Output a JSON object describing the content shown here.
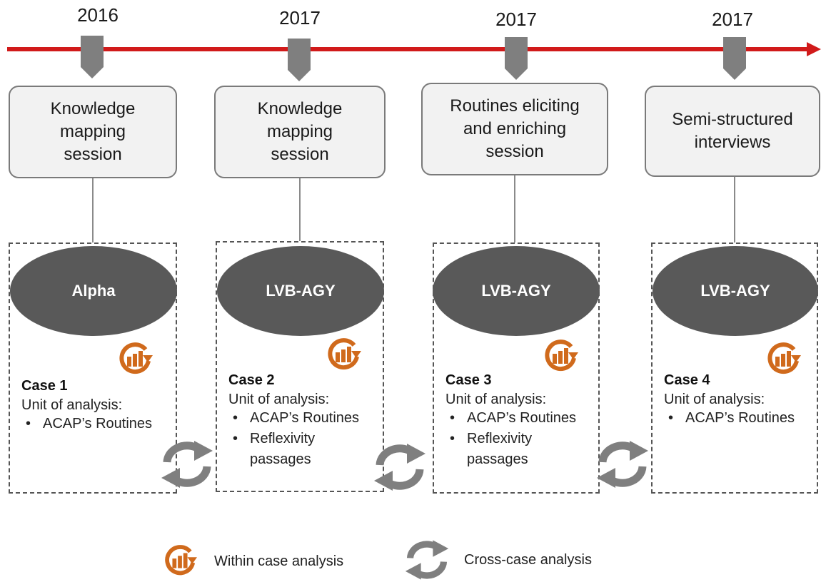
{
  "years": [
    "2016",
    "2017",
    "2017",
    "2017"
  ],
  "sessions": [
    "Knowledge mapping session",
    "Knowledge mapping session",
    "Routines eliciting and enriching session",
    "Semi-structured interviews"
  ],
  "cases": [
    {
      "org": "Alpha",
      "title": "Case 1",
      "unit_label": "Unit of analysis:",
      "items": [
        "ACAP’s Routines"
      ]
    },
    {
      "org": "LVB-AGY",
      "title": "Case 2",
      "unit_label": "Unit of analysis:",
      "items": [
        "ACAP’s Routines",
        "Reflexivity passages"
      ]
    },
    {
      "org": "LVB-AGY",
      "title": "Case 3",
      "unit_label": "Unit of analysis:",
      "items": [
        "ACAP’s Routines",
        "Reflexivity passages"
      ]
    },
    {
      "org": "LVB-AGY",
      "title": "Case 4",
      "unit_label": "Unit of analysis:",
      "items": [
        "ACAP’s Routines"
      ]
    }
  ],
  "legend": {
    "within": "Within case analysis",
    "cross": "Cross-case analysis"
  },
  "colors": {
    "timeline": "#d11a1a",
    "pin": "#7f7f7f",
    "ellipse": "#595959",
    "within_icon": "#d06a1c",
    "cross_icon": "#7f7f7f"
  },
  "icons": {
    "within": "within-case-analysis-icon",
    "cross": "cross-case-analysis-icon"
  }
}
